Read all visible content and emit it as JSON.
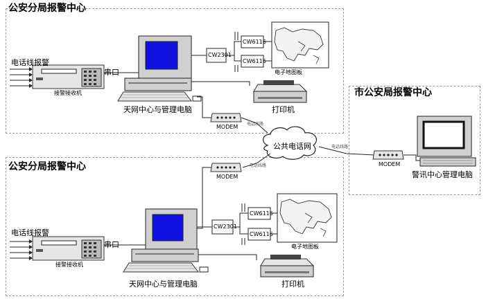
{
  "top_branch": {
    "title": "公安分局报警中心",
    "phone_alarm_label": "电话线报警",
    "receiver_label": "接警接收机",
    "port_label": "串口",
    "cw2301_label": "CW2301",
    "cw6116_a_label": "CW6116",
    "cw6116_b_label": "CW6116",
    "map_board_label": "电子地图板",
    "computer_label": "天网中心与管理电脑",
    "printer_label": "打印机",
    "modem_label": "MODEM",
    "line_label": "电话线路"
  },
  "bottom_branch": {
    "title": "公安分局报警中心",
    "phone_alarm_label": "电话线报警",
    "receiver_label": "接警接收机",
    "port_label": "串口",
    "cw2301_label": "CW2301",
    "cw6116_a_label": "CW6116",
    "cw6116_b_label": "CW6116",
    "map_board_label": "电子地图板",
    "computer_label": "天网中心与管理电脑",
    "printer_label": "打印机",
    "modem_label": "MODEM",
    "line_label": "电话线路"
  },
  "city": {
    "title": "市公安局报警中心",
    "modem_label": "MODEM",
    "computer_label": "警讯中心管理电脑",
    "line_label": "电话线路"
  },
  "network": {
    "cloud_label": "公共电话网"
  }
}
